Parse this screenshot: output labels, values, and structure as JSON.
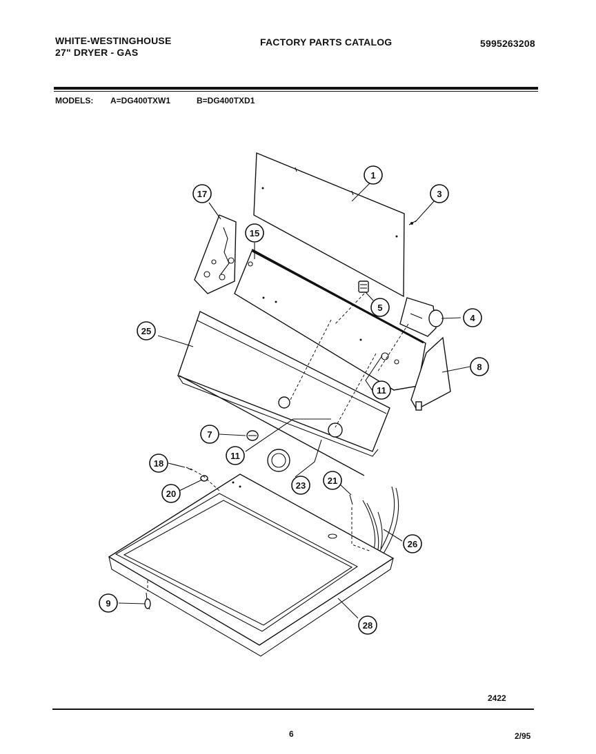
{
  "header": {
    "brand": "WHITE-WESTINGHOUSE",
    "product": "27\" DRYER - GAS",
    "catalog_title": "FACTORY PARTS CATALOG",
    "catalog_number": "5995263208"
  },
  "models": {
    "label": "MODELS:",
    "model_a": "A=DG400TXW1",
    "model_b": "B=DG400TXD1"
  },
  "callouts": [
    "1",
    "3",
    "17",
    "15",
    "5",
    "4",
    "25",
    "8",
    "11",
    "7",
    "11",
    "18",
    "23",
    "21",
    "20",
    "26",
    "9",
    "28"
  ],
  "footer": {
    "figure_number": "2422",
    "page_number": "6",
    "date": "2/95"
  }
}
